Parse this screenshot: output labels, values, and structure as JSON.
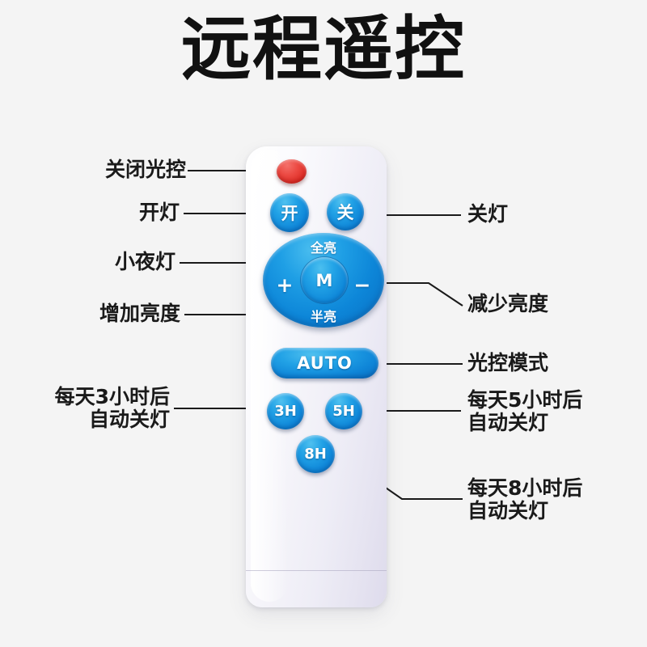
{
  "page": {
    "title": "远程遥控",
    "background_color": "#f4f4f4",
    "product": "remote-control"
  },
  "remote": {
    "body_color": "#f0eef8",
    "accent_blue": "#0f86d8",
    "accent_red": "#de2e27",
    "buttons": {
      "light_sensor_off": "",
      "on": "开",
      "off": "关",
      "full_bright": "全亮",
      "half_bright": "半亮",
      "increase": "+",
      "decrease": "−",
      "mode": "M",
      "auto": "AUTO",
      "timer_3h": "3H",
      "timer_5h": "5H",
      "timer_8h": "8H"
    }
  },
  "callouts": {
    "left": [
      {
        "id": "light-sensor-off",
        "text": "关闭光控"
      },
      {
        "id": "light-on",
        "text": "开灯"
      },
      {
        "id": "night-light",
        "text": "小夜灯"
      },
      {
        "id": "increase-bright",
        "text": "增加亮度"
      },
      {
        "id": "timer-3h",
        "text": "每天3小时后\n自动关灯"
      }
    ],
    "right": [
      {
        "id": "light-off",
        "text": "关灯"
      },
      {
        "id": "decrease-bright",
        "text": "减少亮度"
      },
      {
        "id": "auto-mode",
        "text": "光控模式"
      },
      {
        "id": "timer-5h",
        "text": "每天5小时后\n自动关灯"
      },
      {
        "id": "timer-8h",
        "text": "每天8小时后\n自动关灯"
      }
    ]
  }
}
